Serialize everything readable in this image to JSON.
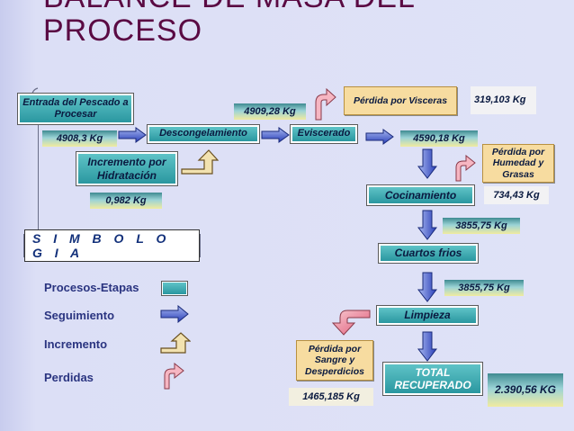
{
  "title": {
    "line1": "BALANCE DE MASA DEL",
    "line2": "PROCESO"
  },
  "processes": {
    "entrada": "Entrada del Pescado a Procesar",
    "descongelamiento": "Descongelamiento",
    "eviscerado": "Eviscerado",
    "incremento": "Incremento por Hidratación",
    "cocinamiento": "Cocinamiento",
    "cuartos": "Cuartos frios",
    "limpieza": "Limpieza",
    "total": "TOTAL RECUPERADO"
  },
  "losses": {
    "visceras": "Pérdida por Visceras",
    "humedad": "Pérdida por Humedad y Grasas",
    "sangre": "Pérdida por Sangre y Desperdicios"
  },
  "values": {
    "entrada": "4908,3 Kg",
    "descongelamiento": "4909,28  Kg",
    "visceras": "319,103 Kg",
    "eviscerado": "4590,18  Kg",
    "incremento": "0,982 Kg",
    "humedad": "734,43 Kg",
    "cocinamiento": "3855,75  Kg",
    "cuartos": "3855,75  Kg",
    "sangre": "1465,185 Kg",
    "total": "2.390,56 KG"
  },
  "legend": {
    "title": "S I M B O L O G I A",
    "items": [
      {
        "label": "Procesos-Etapas",
        "icon": "process-box"
      },
      {
        "label": "Seguimiento",
        "icon": "flow-arrow"
      },
      {
        "label": "Incremento",
        "icon": "increment-arrow"
      },
      {
        "label": "Perdidas",
        "icon": "loss-arrow"
      }
    ]
  },
  "colors": {
    "title": "#5a0a43",
    "process": "#2a97a0",
    "loss_box": "#f7dca0",
    "flow_arrow": "#3a54c8",
    "loss_arrow": "#f2a6b4",
    "increment_arrow": "#f2e2b0"
  }
}
